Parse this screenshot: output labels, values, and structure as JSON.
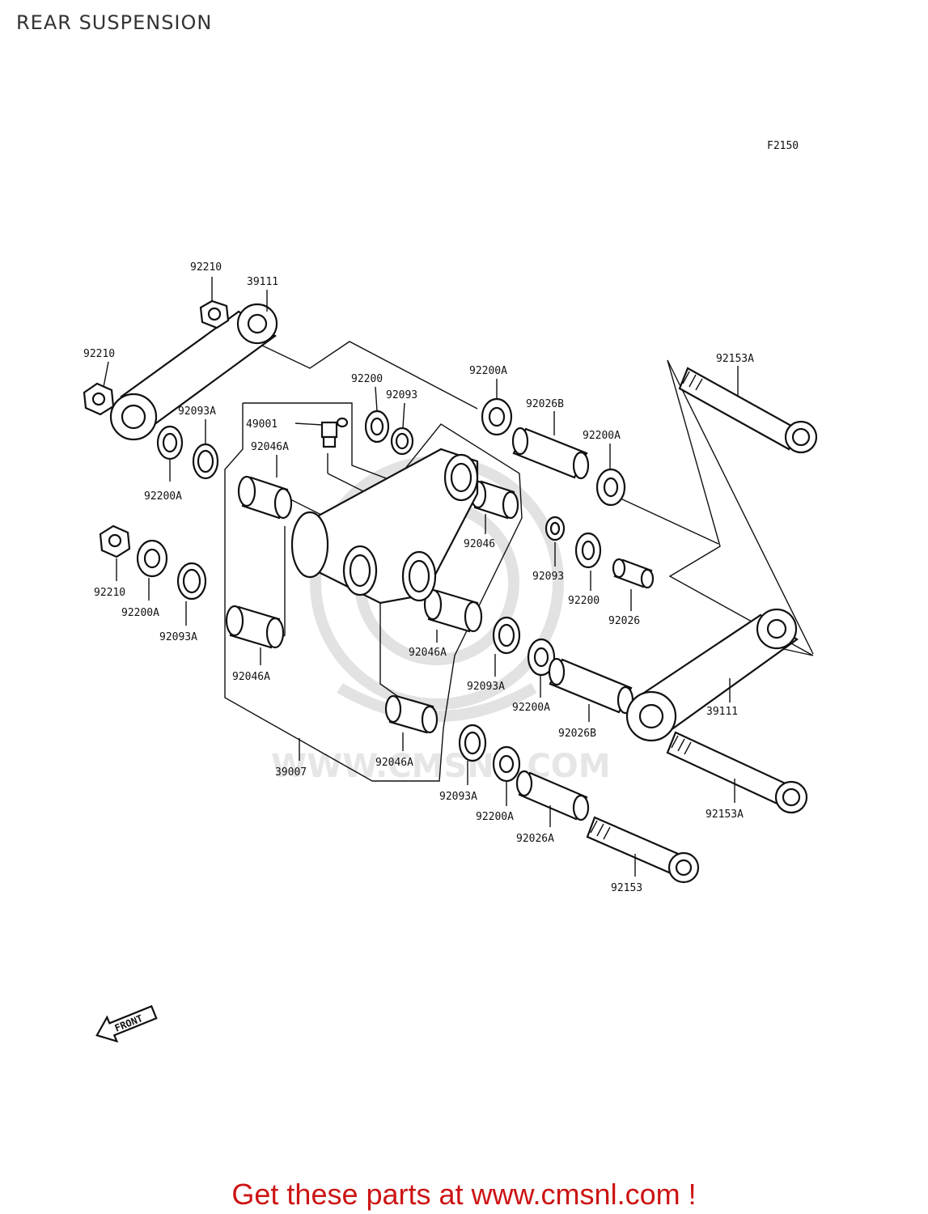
{
  "page": {
    "title": "REAR SUSPENSION",
    "figure_code": "F2150",
    "front_arrow_text": "FRONT",
    "watermark_text": "WWW.CMSNL.COM",
    "footer_text": "Get these parts at www.cmsnl.com !",
    "footer_color": "#cc1414"
  },
  "part_labels": {
    "l01": "92210",
    "l02": "39111",
    "l03": "92210",
    "l04": "92093A",
    "l05": "92200A",
    "l06": "92200",
    "l07": "92093",
    "l08": "92200A",
    "l09": "92026B",
    "l10": "92200A",
    "l11": "92153A",
    "l12": "49001",
    "l13": "92046A",
    "l14": "92046",
    "l15": "92093",
    "l16": "92200",
    "l17": "92026",
    "l18": "92210",
    "l19": "92200A",
    "l20": "92093A",
    "l21": "92046A",
    "l22": "92046A",
    "l23": "92093A",
    "l24": "92200A",
    "l25": "92026B",
    "l26": "39111",
    "l27": "92046A",
    "l28": "39007",
    "l29": "92093A",
    "l30": "92200A",
    "l31": "92026A",
    "l32": "92153A",
    "l33": "92153"
  }
}
